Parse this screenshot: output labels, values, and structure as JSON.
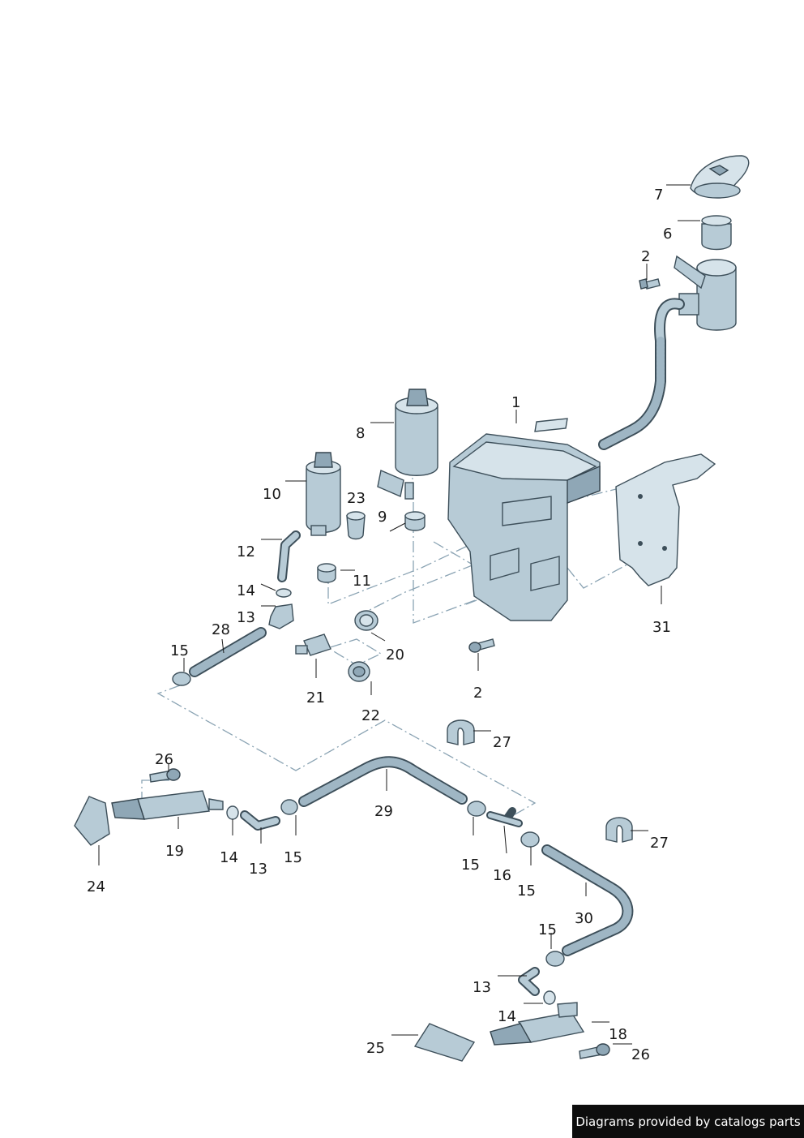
{
  "callouts": {
    "c1": "1",
    "c2a": "2",
    "c2b": "2",
    "c6": "6",
    "c7": "7",
    "c8": "8",
    "c9": "9",
    "c10": "10",
    "c11": "11",
    "c12": "12",
    "c13a": "13",
    "c13b": "13",
    "c13c": "13",
    "c14a": "14",
    "c14b": "14",
    "c14c": "14",
    "c15a": "15",
    "c15b": "15",
    "c15c": "15",
    "c15d": "15",
    "c15e": "15",
    "c16": "16",
    "c18": "18",
    "c19": "19",
    "c20": "20",
    "c21": "21",
    "c22": "22",
    "c23": "23",
    "c24": "24",
    "c25": "25",
    "c26a": "26",
    "c26b": "26",
    "c27a": "27",
    "c27b": "27",
    "c28": "28",
    "c29": "29",
    "c30": "30",
    "c31": "31"
  },
  "credit": {
    "text": "Diagrams provided by catalogs parts"
  },
  "colors": {
    "part_fill": "#b7cbd6",
    "part_stroke": "#3d4f5a",
    "dash_line": "#8aa3b3",
    "credit_bg": "#0d0d0d"
  }
}
